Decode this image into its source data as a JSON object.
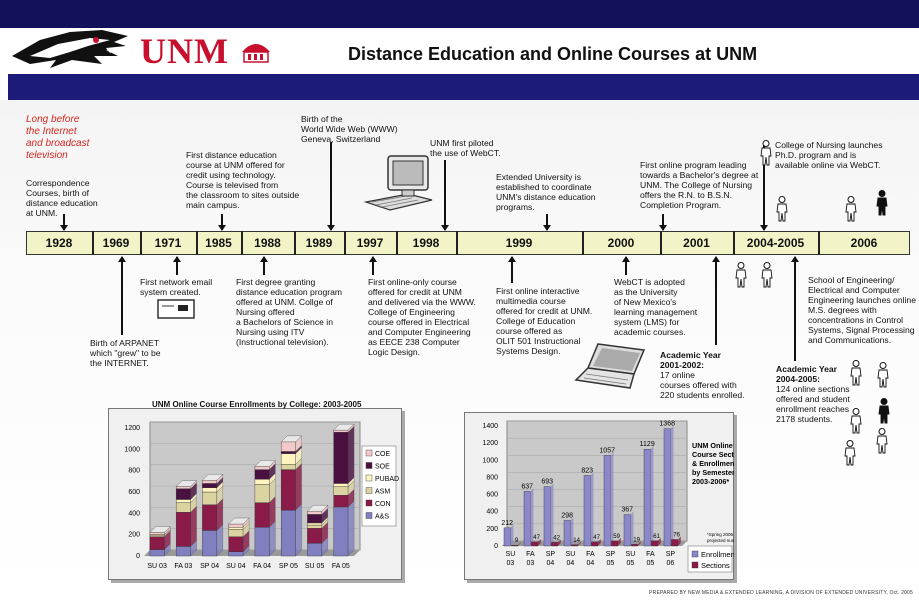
{
  "header": {
    "logo_text": "UNM",
    "title": "Distance Education and Online Courses at UNM"
  },
  "colors": {
    "navy": "#1d1b7a",
    "unm_red": "#c8102e",
    "timeline_fill": "#f3f3c8",
    "coe": "#f2c8c8",
    "soe": "#4a1040",
    "pubad": "#fff4c0",
    "asm": "#dcd4a0",
    "con": "#8a1a48",
    "as": "#8080c0",
    "enrollment": "#8a88c8",
    "sections": "#8a1a48"
  },
  "timeline": {
    "years": [
      "1928",
      "1969",
      "1971",
      "1985",
      "1988",
      "1989",
      "1997",
      "1998",
      "1999",
      "2000",
      "2001",
      "2004-2005",
      "2006"
    ]
  },
  "annotations": {
    "intro_red": [
      "Long before",
      "the Internet",
      "and broadcast",
      "television"
    ],
    "y1928": [
      "Correspondence",
      "Courses, birth of",
      "distance education",
      "at UNM."
    ],
    "y1969": [
      "Birth of ARPANET",
      "which \"grew\" to be",
      "the INTERNET."
    ],
    "y1971": [
      "First network email",
      "system created."
    ],
    "y1985": [
      "First distance education",
      "course at UNM offered for",
      "credit using technology.",
      "Course is televised from",
      "the classroom to sites outside",
      "main campus."
    ],
    "y1988": [
      "First degree granting",
      "distance education program",
      "offered at UNM. Collge of",
      "Nursing  offered",
      "a Bachelors of Science in",
      "Nursing using ITV",
      "(Instructional television)."
    ],
    "y1989": [
      "Birth of the",
      "World Wide Web (WWW)",
      "Geneva, Switzerland"
    ],
    "y1997": [
      "First online-only course",
      "offered for credit at UNM",
      "and delivered via the WWW.",
      "College of Engineering",
      "course offered in Electrical",
      "and Computer Engineering",
      "as EECE 238 Computer",
      "Logic Design."
    ],
    "y1998": [
      "UNM first piloted",
      "the use of WebCT."
    ],
    "y1999_top": [
      "Extended University is",
      "established to coordinate",
      "UNM's distance education",
      "programs."
    ],
    "y1999_bottom": [
      "First online interactive",
      "multimedia course",
      "offered for credit at UNM.",
      "College of Education",
      "course offered as",
      "OLIT 501 Instructional",
      "Systems Design."
    ],
    "y2000": [
      "WebCT is adopted",
      "as the  University",
      "of New Mexico's",
      "learning management",
      "system (LMS) for",
      "academic courses."
    ],
    "y2001_top": [
      "First online program leading",
      "towards a Bachelor's degree at",
      "UNM.  The College of Nursing",
      "offers the R.N. to B.S.N.",
      "Completion Program."
    ],
    "ay2001_title": [
      "Academic Year",
      "2001-2002:"
    ],
    "ay2001_body": [
      "17 online",
      "courses offered with",
      "220 students enrolled."
    ],
    "y2005_top": [
      "College of Nursing launches",
      "Ph.D. program and is",
      "available online via WebCT."
    ],
    "ay2004_title": [
      "Academic Year",
      "2004-2005:"
    ],
    "ay2004_body": [
      "124 online sections",
      "offered and student",
      "enrollment reaches",
      "2178 students."
    ],
    "y2006": [
      "School of Engineering/",
      "Electrical and Computer",
      "Engineering launches online",
      "M.S. degrees with",
      "concentrations in Control",
      "Systems, Signal Processing",
      "and Communications."
    ]
  },
  "chart_data": [
    {
      "type": "bar",
      "stacked": true,
      "title": "UNM Online Course Enrollments by College: 2003-2005",
      "categories": [
        "SU 03",
        "FA 03",
        "SP 04",
        "SU 04",
        "FA 04",
        "SP 05",
        "SU 05",
        "FA 05"
      ],
      "ylim": [
        0,
        1200
      ],
      "yticks": [
        "0",
        "200",
        "400",
        "600",
        "800",
        "1000",
        "1200"
      ],
      "legend_position": "right",
      "series": [
        {
          "name": "A&S",
          "values": [
            60,
            90,
            240,
            40,
            270,
            430,
            120,
            460
          ]
        },
        {
          "name": "CON",
          "values": [
            120,
            320,
            240,
            140,
            230,
            380,
            140,
            110
          ]
        },
        {
          "name": "ASM",
          "values": [
            10,
            90,
            120,
            70,
            170,
            50,
            30,
            80
          ]
        },
        {
          "name": "PUBAD",
          "values": [
            10,
            30,
            40,
            20,
            50,
            100,
            20,
            30
          ]
        },
        {
          "name": "SOE",
          "values": [
            0,
            100,
            40,
            0,
            90,
            20,
            80,
            480
          ]
        },
        {
          "name": "COE",
          "values": [
            20,
            20,
            30,
            30,
            30,
            90,
            30,
            20
          ]
        }
      ]
    },
    {
      "type": "bar",
      "title": [
        "UNM Online",
        "Course Sections",
        "& Enrollment",
        "by Semester:",
        "2003-2006*"
      ],
      "note": [
        "*Spring 2006",
        "projected numbers"
      ],
      "categories": [
        [
          "SU",
          "03"
        ],
        [
          "FA",
          "03"
        ],
        [
          "SP",
          "04"
        ],
        [
          "SU",
          "04"
        ],
        [
          "FA",
          "04"
        ],
        [
          "SP",
          "05"
        ],
        [
          "SU",
          "05"
        ],
        [
          "FA",
          "05"
        ],
        [
          "SP",
          "06"
        ]
      ],
      "ylim": [
        0,
        1400
      ],
      "yticks": [
        "0",
        "200",
        "400",
        "600",
        "800",
        "1000",
        "1200",
        "1400"
      ],
      "legend_position": "bottom-right",
      "series": [
        {
          "name": "Enrollment",
          "values": [
            212,
            637,
            693,
            298,
            823,
            1057,
            367,
            1129,
            1368
          ]
        },
        {
          "name": "Sections",
          "values": [
            9,
            47,
            42,
            14,
            47,
            59,
            19,
            61,
            76
          ]
        }
      ]
    }
  ],
  "footer": "PREPARED BY NEW MEDIA & EXTENDED LEARNING, A DIVISION OF EXTENDED UNIVERSITY, Oct. 2005"
}
